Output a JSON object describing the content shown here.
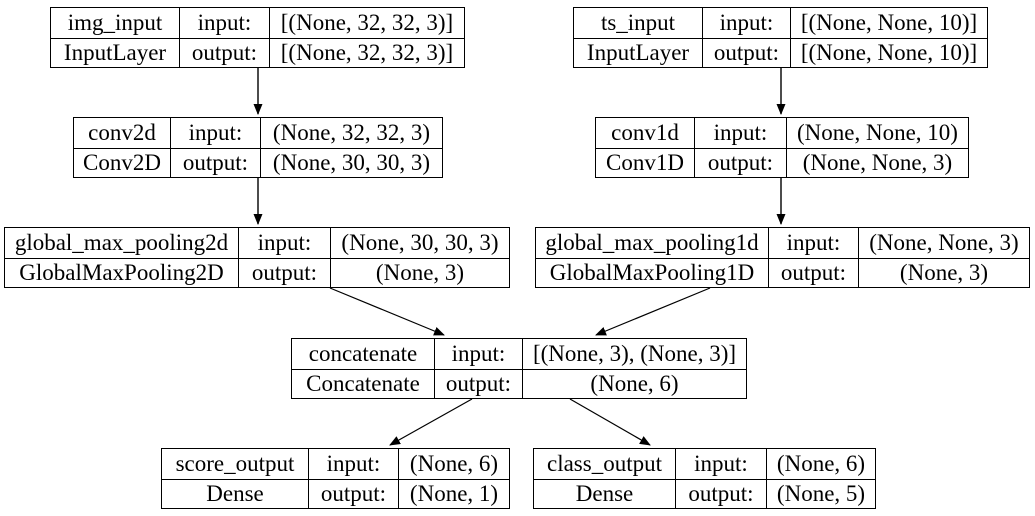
{
  "diagram": {
    "kind": "keras-model-architecture-graph",
    "colors": {
      "background": "#ffffff",
      "border": "#000000",
      "text": "#000000"
    },
    "nodes": [
      {
        "name": "img_input",
        "type": "InputLayer",
        "input_label": "input:",
        "output_label": "output:",
        "input_shape": "[(None, 32, 32, 3)]",
        "output_shape": "[(None, 32, 32, 3)]"
      },
      {
        "name": "ts_input",
        "type": "InputLayer",
        "input_label": "input:",
        "output_label": "output:",
        "input_shape": "[(None, None, 10)]",
        "output_shape": "[(None, None, 10)]"
      },
      {
        "name": "conv2d",
        "type": "Conv2D",
        "input_label": "input:",
        "output_label": "output:",
        "input_shape": "(None, 32, 32, 3)",
        "output_shape": "(None, 30, 30, 3)"
      },
      {
        "name": "conv1d",
        "type": "Conv1D",
        "input_label": "input:",
        "output_label": "output:",
        "input_shape": "(None, None, 10)",
        "output_shape": "(None, None, 3)"
      },
      {
        "name": "global_max_pooling2d",
        "type": "GlobalMaxPooling2D",
        "input_label": "input:",
        "output_label": "output:",
        "input_shape": "(None, 30, 30, 3)",
        "output_shape": "(None, 3)"
      },
      {
        "name": "global_max_pooling1d",
        "type": "GlobalMaxPooling1D",
        "input_label": "input:",
        "output_label": "output:",
        "input_shape": "(None, None, 3)",
        "output_shape": "(None, 3)"
      },
      {
        "name": "concatenate",
        "type": "Concatenate",
        "input_label": "input:",
        "output_label": "output:",
        "input_shape": "[(None, 3), (None, 3)]",
        "output_shape": "(None, 6)"
      },
      {
        "name": "score_output",
        "type": "Dense",
        "input_label": "input:",
        "output_label": "output:",
        "input_shape": "(None, 6)",
        "output_shape": "(None, 1)"
      },
      {
        "name": "class_output",
        "type": "Dense",
        "input_label": "input:",
        "output_label": "output:",
        "input_shape": "(None, 6)",
        "output_shape": "(None, 5)"
      }
    ],
    "edges": [
      {
        "from": "img_input",
        "to": "conv2d"
      },
      {
        "from": "ts_input",
        "to": "conv1d"
      },
      {
        "from": "conv2d",
        "to": "global_max_pooling2d"
      },
      {
        "from": "conv1d",
        "to": "global_max_pooling1d"
      },
      {
        "from": "global_max_pooling2d",
        "to": "concatenate"
      },
      {
        "from": "global_max_pooling1d",
        "to": "concatenate"
      },
      {
        "from": "concatenate",
        "to": "score_output"
      },
      {
        "from": "concatenate",
        "to": "class_output"
      }
    ]
  }
}
